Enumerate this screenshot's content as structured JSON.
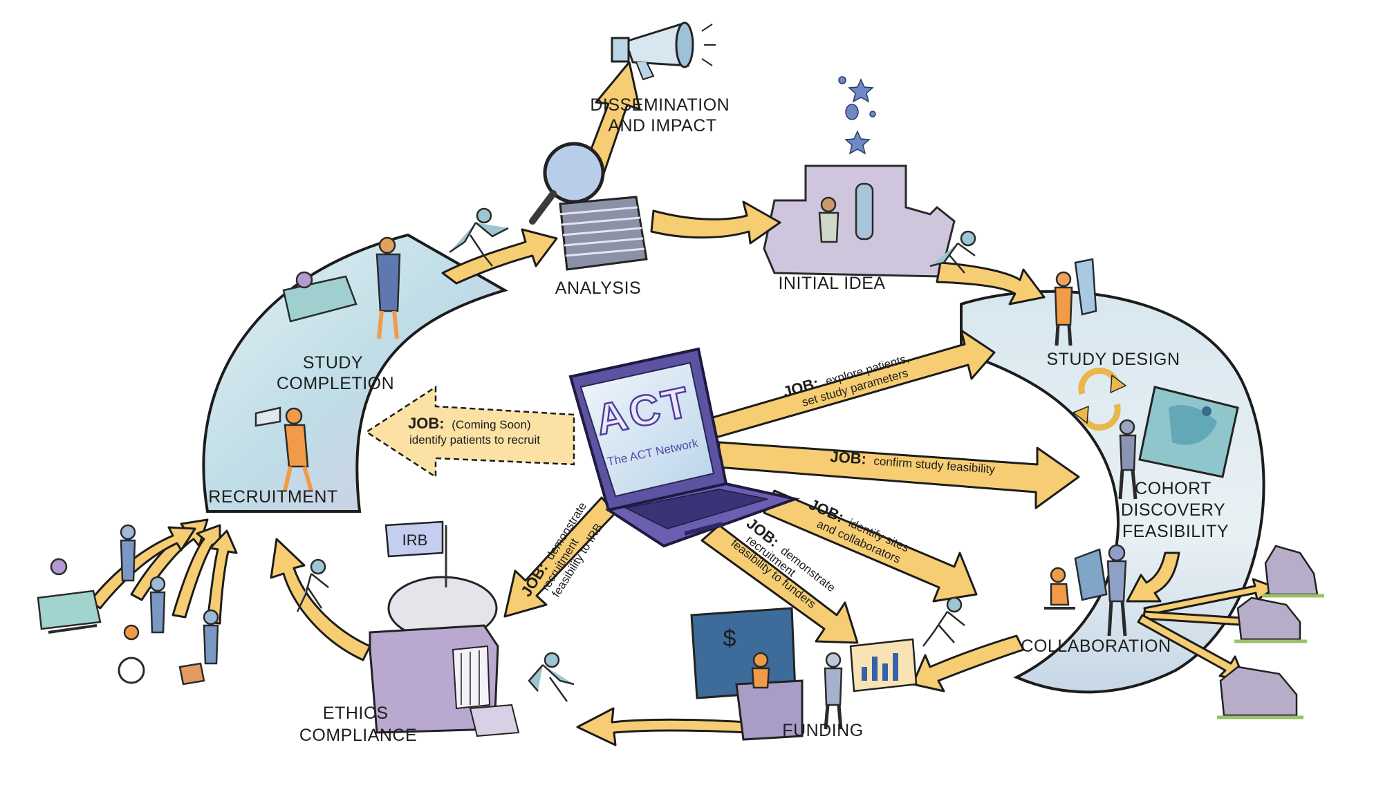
{
  "stages": {
    "dissemination": [
      "DISSEMINATION",
      "AND IMPACT"
    ],
    "analysis": "ANALYSIS",
    "initial_idea": "INITIAL IDEA",
    "study_design": "STUDY DESIGN",
    "cohort": [
      "COHORT",
      "DISCOVERY",
      "FEASIBILITY"
    ],
    "collaboration": "COLLABORATION",
    "funding": "FUNDING",
    "ethics": [
      "ETHICS",
      "COMPLIANCE"
    ],
    "recruitment": "RECRUITMENT",
    "study_completion": [
      "STUDY",
      "COMPLETION"
    ]
  },
  "laptop": {
    "logo": "ACT",
    "caption": "The ACT Network"
  },
  "irb_flag": "IRB",
  "jobs": [
    {
      "key": "JOB:",
      "lines": [
        "explore patients,",
        "set study parameters"
      ]
    },
    {
      "key": "JOB:",
      "lines": [
        "confirm study feasibility"
      ]
    },
    {
      "key": "JOB:",
      "lines": [
        "identify sites",
        "and collaborators"
      ]
    },
    {
      "key": "JOB:",
      "lines": [
        "demonstrate",
        "recruitment",
        "feasibility to funders"
      ]
    },
    {
      "key": "JOB:",
      "lines": [
        "demonstrate",
        "recruitment",
        "feasibility to IRB"
      ]
    },
    {
      "key": "JOB:",
      "lines": [
        "(Coming Soon)",
        "identify patients to recruit"
      ]
    }
  ],
  "colors": {
    "arrow": "#f6cd72",
    "band": "#c9e3ec",
    "laptop": "#6a5fb0",
    "screen": "#d9eaf6",
    "building": "#b9a8cf"
  }
}
